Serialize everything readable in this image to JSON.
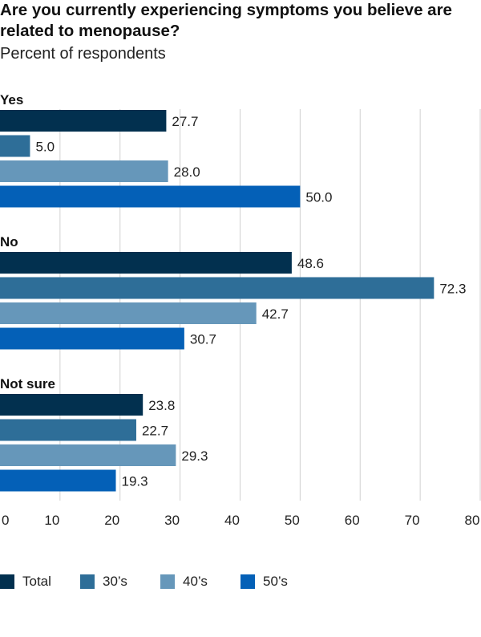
{
  "chart_data": {
    "type": "bar",
    "orientation": "horizontal",
    "title": "Are you currently experiencing symptoms you believe are related to menopause?",
    "subtitle": "Percent of respondents",
    "categories": [
      "Yes",
      "No",
      "Not sure"
    ],
    "series": [
      {
        "name": "Total",
        "color": "#02304f",
        "values": [
          27.7,
          48.6,
          23.8
        ],
        "labels": [
          "27.7",
          "48.6",
          "23.8"
        ]
      },
      {
        "name": "30’s",
        "color": "#2e6e98",
        "values": [
          5.0,
          72.3,
          22.7
        ],
        "labels": [
          "5.0",
          "72.3",
          "22.7"
        ]
      },
      {
        "name": "40’s",
        "color": "#6697ba",
        "values": [
          28.0,
          42.7,
          29.3
        ],
        "labels": [
          "28.0",
          "42.7",
          "29.3"
        ]
      },
      {
        "name": "50’s",
        "color": "#0460b7",
        "values": [
          50.0,
          30.7,
          19.3
        ],
        "labels": [
          "50.0",
          "30.7",
          "19.3"
        ]
      }
    ],
    "xlim": [
      0,
      80
    ],
    "xticks": [
      "0",
      "10",
      "20",
      "30",
      "40",
      "50",
      "60",
      "70",
      "80"
    ],
    "grid": "vertical",
    "legend_position": "bottom"
  }
}
